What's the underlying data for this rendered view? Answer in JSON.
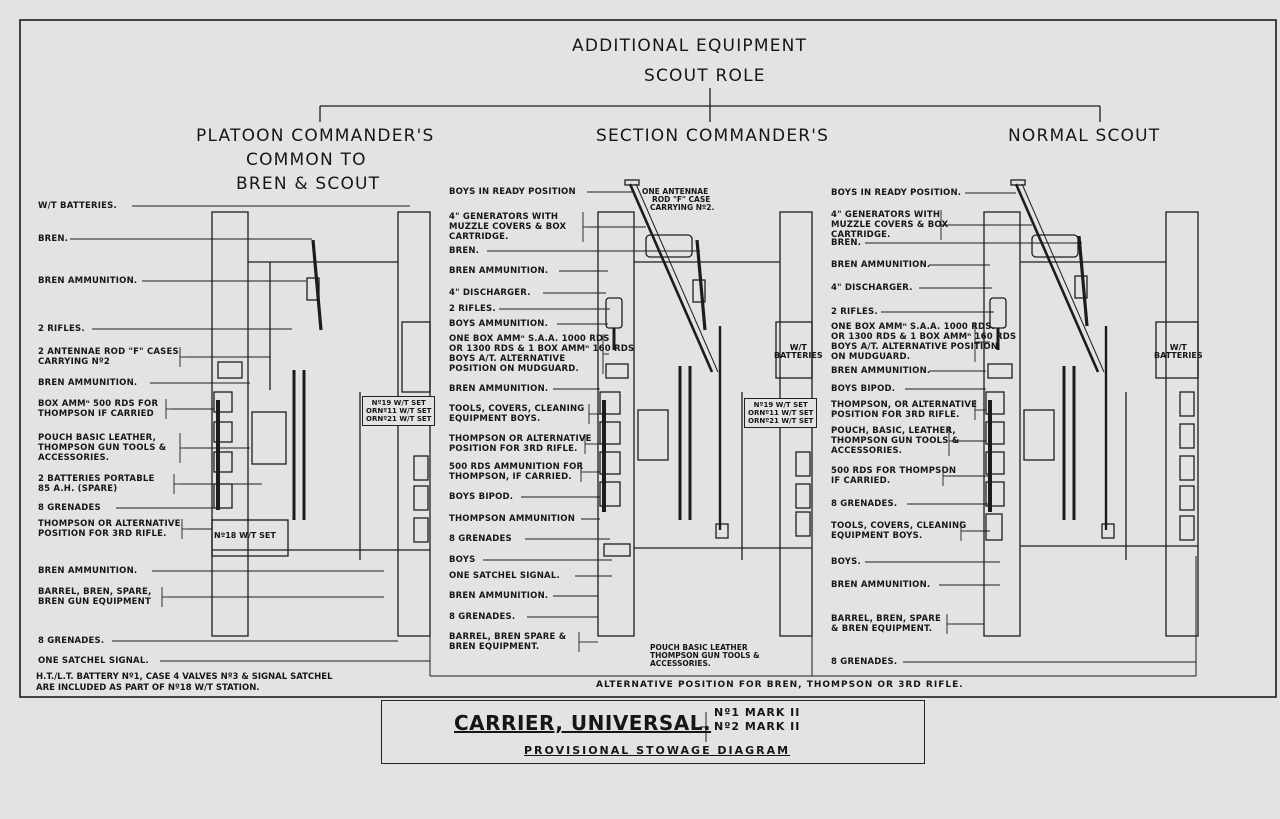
{
  "header": {
    "line1": "ADDITIONAL EQUIPMENT",
    "line2": "SCOUT ROLE"
  },
  "columns": {
    "platoon": {
      "line1": "PLATOON COMMANDER'S",
      "line2": "COMMON TO",
      "line3": "BREN & SCOUT"
    },
    "section": {
      "line1": "SECTION COMMANDER'S"
    },
    "normal": {
      "line1": "NORMAL SCOUT"
    }
  },
  "left_labels": [
    [
      "W/T BATTERIES."
    ],
    [
      "BREN."
    ],
    [
      "BREN AMMUNITION."
    ],
    [
      "2 RIFLES."
    ],
    [
      "2 ANTENNAE ROD \"F\" CASES",
      "CARRYING Nº2"
    ],
    [
      "BREN AMMUNITION."
    ],
    [
      "BOX AMMⁿ 500 RDS FOR",
      "THOMPSON IF CARRIED"
    ],
    [
      "POUCH BASIC LEATHER,",
      "THOMPSON GUN TOOLS &",
      "ACCESSORIES."
    ],
    [
      "2 BATTERIES PORTABLE",
      "85 A.H. (SPARE)"
    ],
    [
      "8 GRENADES"
    ],
    [
      "THOMPSON OR ALTERNATIVE",
      "POSITION FOR 3RD RIFLE."
    ],
    [
      "BREN AMMUNITION."
    ],
    [
      "BARREL, BREN, SPARE,",
      "BREN GUN EQUIPMENT"
    ],
    [
      "8 GRENADES."
    ],
    [
      "ONE SATCHEL SIGNAL."
    ]
  ],
  "middle_labels": [
    [
      "BOYS IN READY POSITION"
    ],
    [
      "4\" GENERATORS WITH",
      "MUZZLE COVERS & BOX",
      "CARTRIDGE."
    ],
    [
      "BREN."
    ],
    [
      "BREN AMMUNITION."
    ],
    [
      "4\" DISCHARGER."
    ],
    [
      "2 RIFLES."
    ],
    [
      "BOYS AMMUNITION."
    ],
    [
      "ONE BOX AMMⁿ S.A.A. 1000 RDS",
      "OR 1300 RDS & 1 BOX AMMⁿ 160 RDS",
      "BOYS A/T. ALTERNATIVE",
      "POSITION ON MUDGUARD."
    ],
    [
      "BREN AMMUNITION."
    ],
    [
      "TOOLS, COVERS, CLEANING",
      "EQUIPMENT BOYS."
    ],
    [
      "THOMPSON OR ALTERNATIVE",
      "POSITION FOR 3RD RIFLE."
    ],
    [
      "500 RDS AMMUNITION FOR",
      "THOMPSON, IF CARRIED."
    ],
    [
      "BOYS BIPOD."
    ],
    [
      "THOMPSON AMMUNITION"
    ],
    [
      "8 GRENADES"
    ],
    [
      "BOYS"
    ],
    [
      "ONE SATCHEL SIGNAL."
    ],
    [
      "BREN AMMUNITION."
    ],
    [
      "8 GRENADES."
    ],
    [
      "BARREL, BREN SPARE &",
      "BREN EQUIPMENT."
    ]
  ],
  "middle_extra": {
    "antenna": [
      "ONE ANTENNAE",
      "ROD \"F\" CASE",
      "CARRYING Nº2."
    ],
    "pouch": [
      "POUCH BASIC LEATHER",
      "THOMPSON GUN TOOLS &",
      "ACCESSORIES."
    ]
  },
  "right_labels": [
    [
      "BOYS IN READY POSITION."
    ],
    [
      "4\" GENERATORS WITH",
      "MUZZLE COVERS & BOX",
      "CARTRIDGE."
    ],
    [
      "BREN."
    ],
    [
      "BREN AMMUNITION."
    ],
    [
      "4\" DISCHARGER."
    ],
    [
      "2 RIFLES."
    ],
    [
      "ONE BOX AMMⁿ S.A.A. 1000 RDS.",
      "OR 1300 RDS & 1 BOX AMMⁿ 160 RDS",
      "BOYS A/T. ALTERNATIVE POSITION",
      "ON MUDGUARD."
    ],
    [
      "BREN AMMUNITION."
    ],
    [
      "BOYS BIPOD."
    ],
    [
      "THOMPSON, OR ALTERNATIVE",
      "POSITION FOR 3RD RIFLE."
    ],
    [
      "POUCH, BASIC, LEATHER,",
      "THOMPSON GUN TOOLS &",
      "ACCESSORIES."
    ],
    [
      "500 RDS FOR THOMPSON",
      "IF CARRIED."
    ],
    [
      "8 GRENADES."
    ],
    [
      "TOOLS, COVERS, CLEANING",
      "EQUIPMENT BOYS."
    ],
    [
      "BOYS."
    ],
    [
      "BREN AMMUNITION."
    ],
    [
      "BARREL, BREN, SPARE",
      "& BREN EQUIPMENT."
    ],
    [
      "8 GRENADES."
    ]
  ],
  "boxes": {
    "wt_set_18": "Nº18 W/T SET",
    "wt_sets": [
      "Nº19 W/T SET",
      "ORNº11 W/T SET",
      "ORNº21 W/T SET"
    ],
    "wt_batteries": [
      "W/T",
      "BATTERIES"
    ]
  },
  "notes": {
    "bottom_left": [
      "H.T./L.T. BATTERY Nº1, CASE 4 VALVES Nº3 & SIGNAL SATCHEL",
      "ARE INCLUDED AS PART OF Nº18 W/T STATION."
    ],
    "alternative": "ALTERNATIVE POSITION FOR BREN, THOMPSON OR 3RD RIFLE."
  },
  "title_block": {
    "title": "CARRIER, UNIVERSAL.",
    "mark1": "Nº1 MARK II",
    "mark2": "Nº2 MARK II",
    "subtitle": "PROVISIONAL STOWAGE DIAGRAM"
  }
}
